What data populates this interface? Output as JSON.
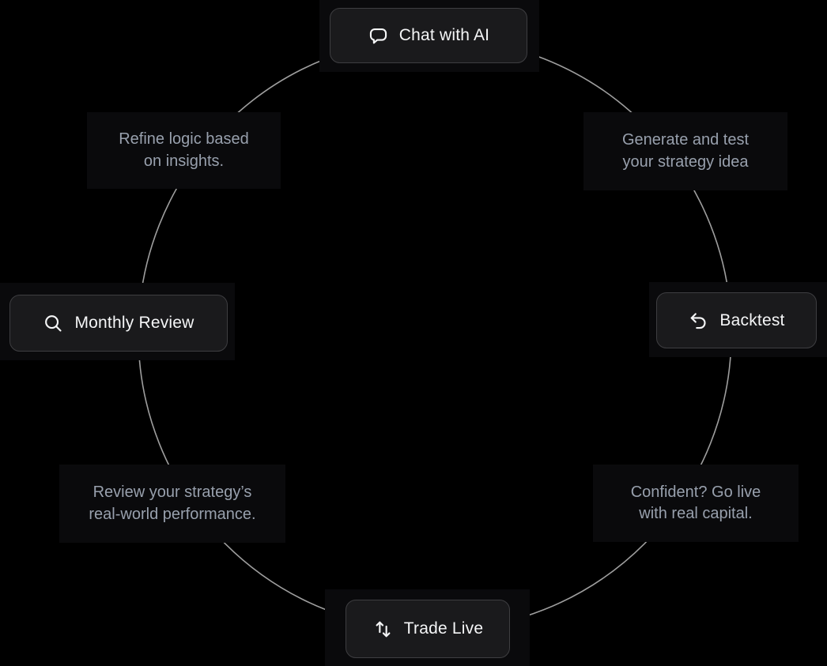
{
  "theme": {
    "page_background": "#000000",
    "panel_background": "#0a0a0c",
    "button_background": "#1a1a1c",
    "button_border": "#3e3e41",
    "button_text_color": "#f5f6f7",
    "caption_text_color": "#98a0ad",
    "ring_color": "#9e9e9e"
  },
  "cycle": {
    "buttons": [
      {
        "label": "Chat with AI",
        "icon": "chat-bubble-icon",
        "position": "top"
      },
      {
        "label": "Backtest",
        "icon": "undo-arrow-icon",
        "position": "right"
      },
      {
        "label": "Trade Live",
        "icon": "up-down-arrows-icon",
        "position": "bottom"
      },
      {
        "label": "Monthly Review",
        "icon": "magnifier-icon",
        "position": "left"
      }
    ],
    "captions": [
      {
        "position": "top-right",
        "lines": [
          "Generate and test",
          "your strategy idea"
        ]
      },
      {
        "position": "bottom-right",
        "lines": [
          "Confident? Go live",
          "with real capital."
        ]
      },
      {
        "position": "bottom-left",
        "lines": [
          "Review your strategy’s",
          "real-world performance."
        ]
      },
      {
        "position": "top-left",
        "lines": [
          "Refine logic based",
          "on insights."
        ]
      }
    ]
  }
}
